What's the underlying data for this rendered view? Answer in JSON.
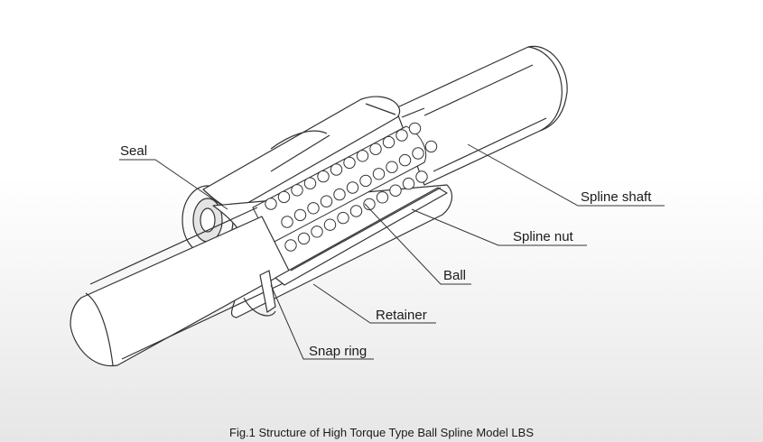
{
  "labels": {
    "seal": "Seal",
    "spline_shaft": "Spline shaft",
    "spline_nut": "Spline nut",
    "ball": "Ball",
    "retainer": "Retainer",
    "snap_ring": "Snap ring"
  },
  "caption": "Fig.1 Structure of High Torque Type Ball Spline Model LBS",
  "colors": {
    "line": "#333333",
    "part_fill": "#ffffff",
    "shade": "#d8d8d8"
  }
}
